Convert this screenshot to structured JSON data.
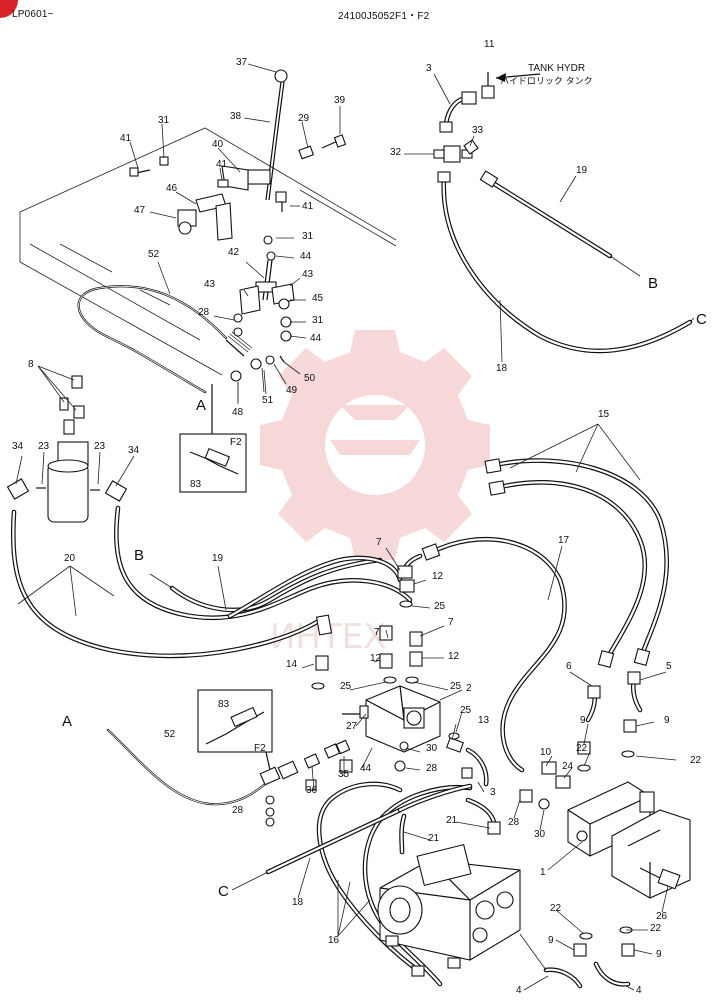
{
  "header": {
    "model_code": "LP0601~",
    "drawing_number": "24100J5052F1・F2"
  },
  "tank_label": {
    "english": "TANK HYDR",
    "japanese": "ハイドロリック タンク"
  },
  "connection_letters": {
    "A": "A",
    "B": "B",
    "C": "C"
  },
  "inset_labels": {
    "upper_variant": "F2",
    "upper_part": "83",
    "lower_variant": "F2",
    "lower_part": "83"
  },
  "callouts": {
    "c37": "37",
    "c38": "38",
    "c39": "39",
    "c29": "29",
    "c31a": "31",
    "c40": "40",
    "c41a": "41",
    "c41b": "41",
    "c41c": "41",
    "c46": "46",
    "c47": "47",
    "c31b": "31",
    "c44a": "44",
    "c42": "42",
    "c43a": "43",
    "c43b": "43",
    "c45": "45",
    "c31c": "31",
    "c44b": "44",
    "c28a": "28",
    "c52a": "52",
    "c48": "48",
    "c51": "51",
    "c49": "49",
    "c50": "50",
    "c3a": "3",
    "c11": "11",
    "c32": "32",
    "c33": "33",
    "c19a": "19",
    "c18a": "18",
    "c8": "8",
    "c34a": "34",
    "c23a": "23",
    "c23b": "23",
    "c34b": "34",
    "c20": "20",
    "c19b": "19",
    "c15": "15",
    "c7a": "7",
    "c12a": "12",
    "c25a": "25",
    "c17": "17",
    "c7b": "7",
    "c7c": "7",
    "c12b": "12",
    "c12c": "12",
    "c14": "14",
    "c25b": "25",
    "c25c": "25",
    "c2": "2",
    "c6": "6",
    "c5": "5",
    "c27": "27",
    "c25d": "25",
    "c13": "13",
    "c9a": "9",
    "c9b": "9",
    "c22a": "22",
    "c22b": "22",
    "c10": "10",
    "c24": "24",
    "c52b": "52",
    "c36": "36",
    "c35": "35",
    "c44c": "44",
    "c30a": "30",
    "c28b": "28",
    "c3b": "3",
    "c28c": "28",
    "c30b": "30",
    "c21a": "21",
    "c21b": "21",
    "c1": "1",
    "c28d": "28",
    "c18b": "18",
    "c16": "16",
    "c26": "26",
    "c22c": "22",
    "c22d": "22",
    "c9c": "9",
    "c9d": "9",
    "c4a": "4",
    "c4b": "4"
  }
}
